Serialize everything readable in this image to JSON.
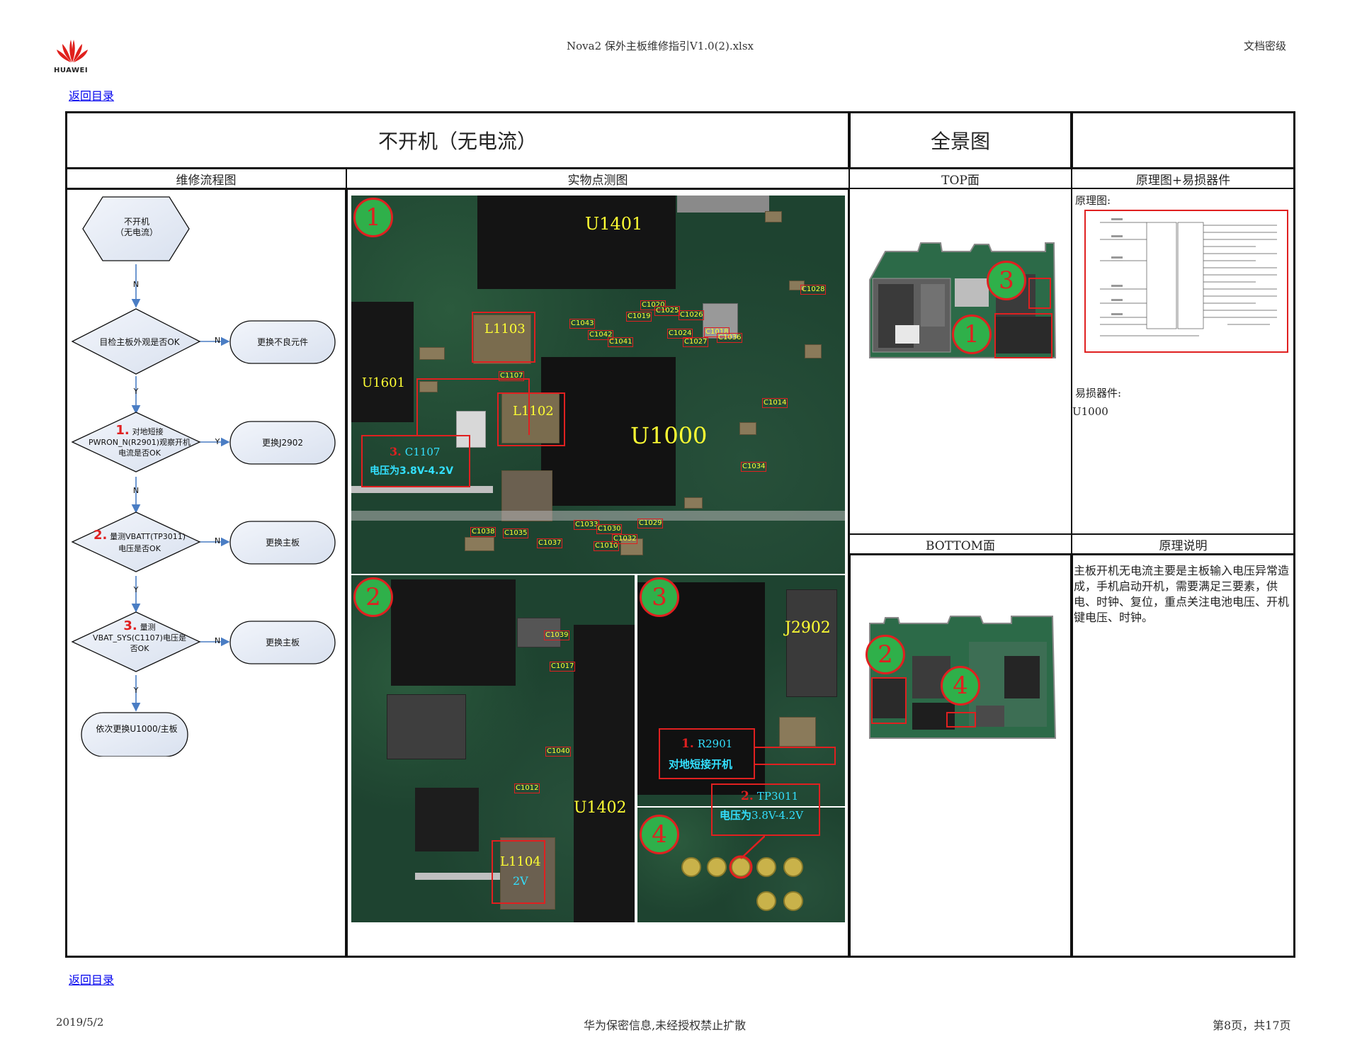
{
  "header": {
    "logo_text": "HUAWEI",
    "file_title": "Nova2 保外主板维修指引V1.0(2).xlsx",
    "classification": "文档密级"
  },
  "nav": {
    "back_top": "返回目录",
    "back_bottom": "返回目录"
  },
  "table": {
    "title": "不开机（无电流）",
    "panorama": "全景图",
    "col_flow": "维修流程图",
    "col_photo": "实物点测图",
    "col_top": "TOP面",
    "col_schematic": "原理图+易损器件",
    "col_bottom": "BOTTOM面",
    "col_explain": "原理说明",
    "schematic_label": "原理图:",
    "vulnerable_label": "易损器件:",
    "vulnerable_parts": "U1000",
    "explanation": "主板开机无电流主要是主板输入电压异常造成，手机启动开机，需要满足三要素，供电、时钟、复位，重点关注电池电压、开机键电压、时钟。"
  },
  "flowchart": {
    "start": "不开机\n（无电流）",
    "step0": "目检主板外观是否OK",
    "step0_fix": "更换不良元件",
    "step1_num": "1.",
    "step1": "对地短接\nPWRON_N(R2901)观察开机\n电流是否OK",
    "step1_fix": "更换J2902",
    "step2_num": "2.",
    "step2": "量测VBATT(TP3011)\n电压是否OK",
    "step2_fix": "更换主板",
    "step3_num": "3.",
    "step3": "量测\nVBAT_SYS(C1107)电压是\n否OK",
    "step3_fix": "更换主板",
    "end": "依次更换U1000/主板",
    "n": "N",
    "y": "Y"
  },
  "photos": {
    "p1": {
      "num": "1",
      "u1401": "U1401",
      "u1601": "U1601",
      "u1000": "U1000",
      "l1103": "L1103",
      "l1102": "L1102",
      "c1107_num": "3.",
      "c1107": "C1107",
      "c1107_note": "电压为3.8V-4.2V",
      "tags": [
        "C1107",
        "C1043",
        "C1042",
        "C1041",
        "C1019",
        "C1020",
        "C1025",
        "C1026",
        "C1024",
        "C1027",
        "C1018",
        "C1036",
        "C1028",
        "C1014",
        "C1034",
        "C1038",
        "C1035",
        "C1037",
        "C1033",
        "C1030",
        "C1010",
        "C1032",
        "C1029"
      ]
    },
    "p2": {
      "num": "2",
      "u1402": "U1402",
      "l1104": "L1104",
      "l1104_v": "2V",
      "tags": [
        "C1039",
        "C1017",
        "C1040",
        "C1012"
      ]
    },
    "p3": {
      "num": "3",
      "j2902": "J2902",
      "r2901_num": "1.",
      "r2901": "R2901",
      "r2901_note": "对地短接开机",
      "tp_num": "2.",
      "tp3011": "TP3011",
      "tp_note": "电压为",
      "tp_range": "3.8V-4.2V"
    },
    "p4": {
      "num": "4"
    }
  },
  "overview": {
    "top": [
      "3",
      "1"
    ],
    "bottom": [
      "2",
      "4"
    ]
  },
  "footer": {
    "date": "2019/5/2",
    "notice": "华为保密信息,未经授权禁止扩散",
    "page": "第8页，共17页"
  }
}
